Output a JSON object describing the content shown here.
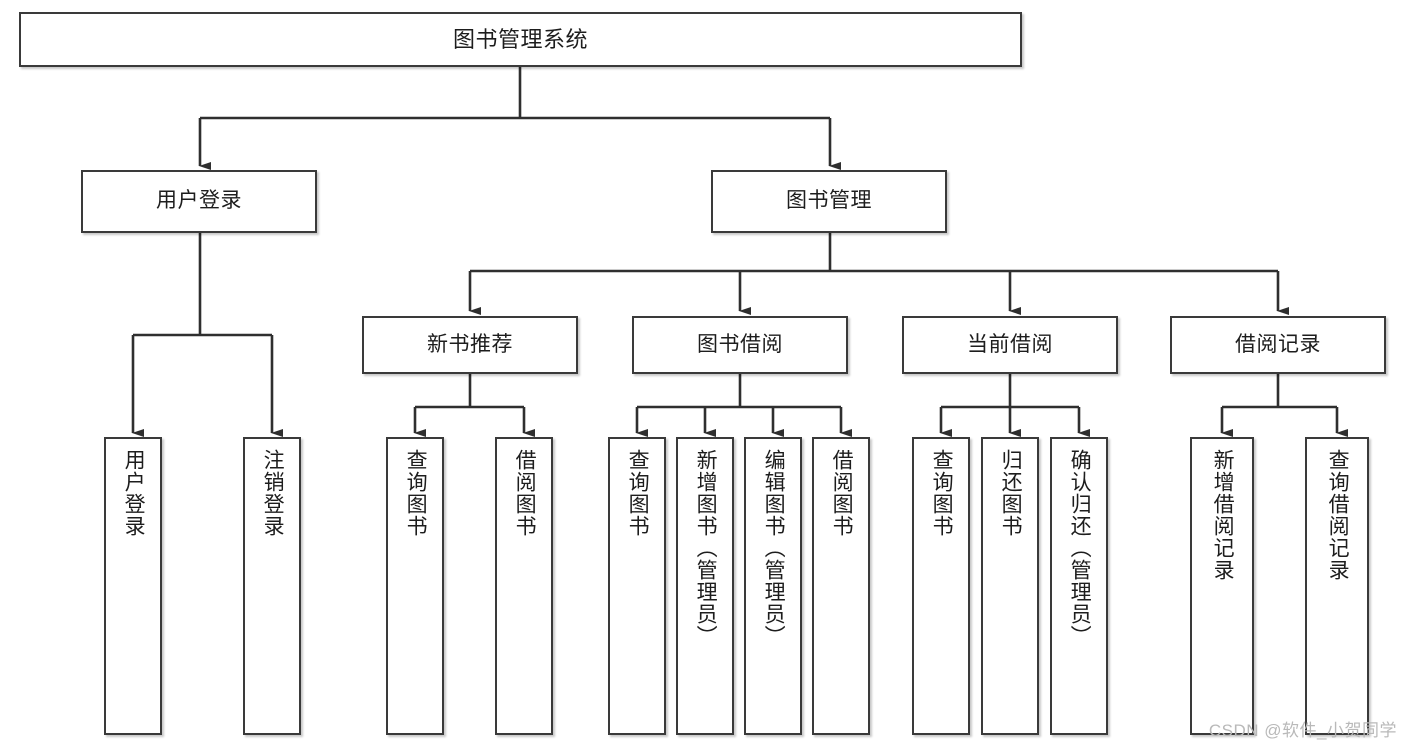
{
  "diagram": {
    "title": "图书管理系统",
    "root": {
      "label": "图书管理系统"
    },
    "level1": [
      {
        "label": "用户登录"
      },
      {
        "label": "图书管理"
      }
    ],
    "level2": [
      {
        "label": "新书推荐"
      },
      {
        "label": "图书借阅"
      },
      {
        "label": "当前借阅"
      },
      {
        "label": "借阅记录"
      }
    ],
    "leaves": {
      "user_login": [
        {
          "label": "用户登录"
        },
        {
          "label": "注销登录"
        }
      ],
      "new_book_recommend": [
        {
          "label": "查询图书"
        },
        {
          "label": "借阅图书"
        }
      ],
      "book_borrow": [
        {
          "label": "查询图书"
        },
        {
          "label": "新增图书（管理员）"
        },
        {
          "label": "编辑图书（管理员）"
        },
        {
          "label": "借阅图书"
        }
      ],
      "current_borrow": [
        {
          "label": "查询图书"
        },
        {
          "label": "归还图书"
        },
        {
          "label": "确认归还（管理员）"
        }
      ],
      "borrow_record": [
        {
          "label": "新增借阅记录"
        },
        {
          "label": "查询借阅记录"
        }
      ]
    },
    "watermark": "CSDN @软件_小贺同学",
    "colors": {
      "border": "#3a3a3a",
      "text": "#1d1d1d",
      "background": "#ffffff",
      "watermark": "#b9b9b9"
    }
  }
}
